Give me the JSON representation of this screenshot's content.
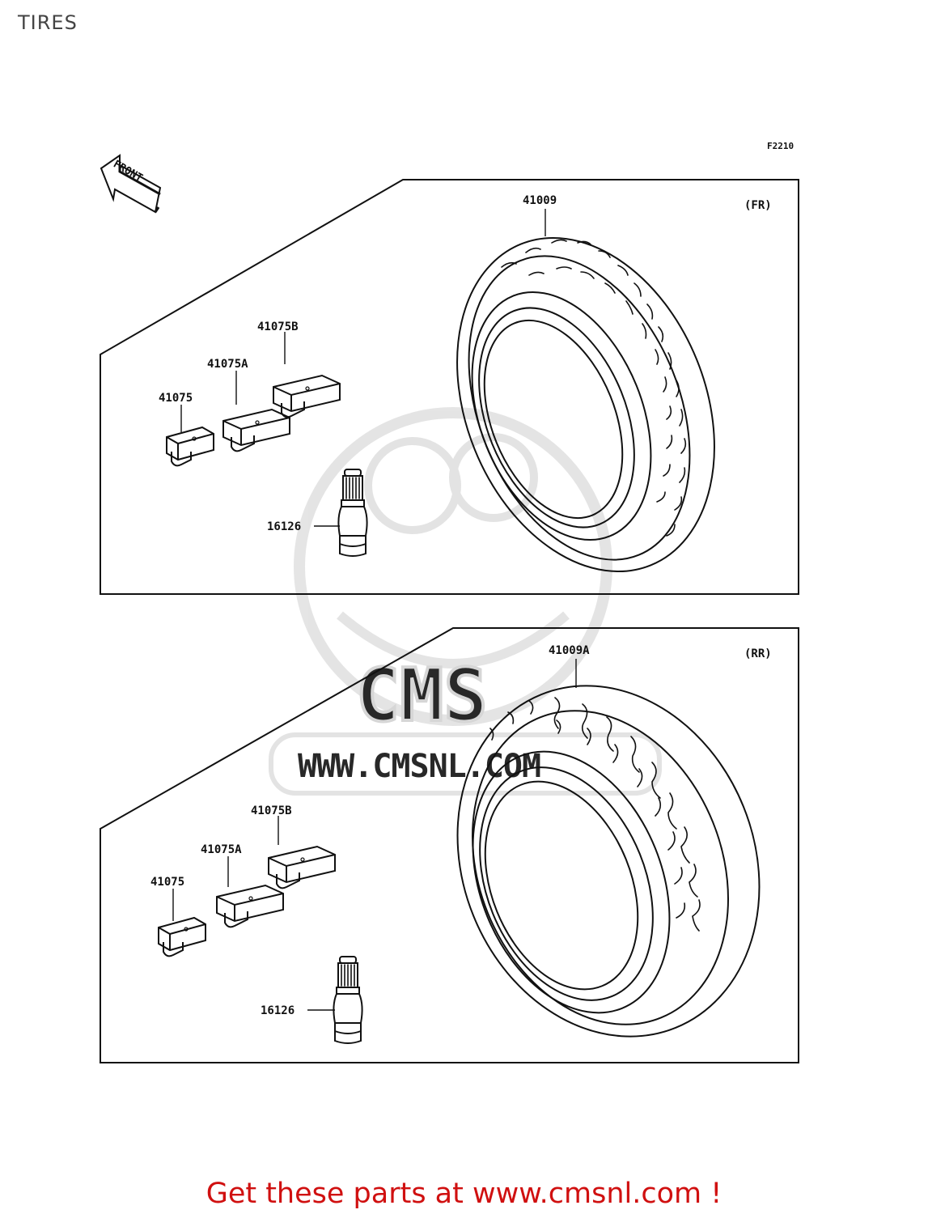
{
  "page": {
    "title": "TIRES"
  },
  "diagram": {
    "ref_code": "F2210",
    "front_arrow_label": "FRONT",
    "front_panel": {
      "position_tag": "(FR)",
      "tire_part": "41009",
      "weight_parts": [
        "41075",
        "41075A",
        "41075B"
      ],
      "valve_part": "16126"
    },
    "rear_panel": {
      "position_tag": "(RR)",
      "tire_part": "41009A",
      "weight_parts": [
        "41075",
        "41075A",
        "41075B"
      ],
      "valve_part": "16126"
    }
  },
  "watermark": {
    "logo_text": "CMS",
    "url_text": "WWW.CMSNL.COM"
  },
  "footer": {
    "link_text": "Get these parts at www.cmsnl.com !",
    "link_color": "#d01010"
  }
}
